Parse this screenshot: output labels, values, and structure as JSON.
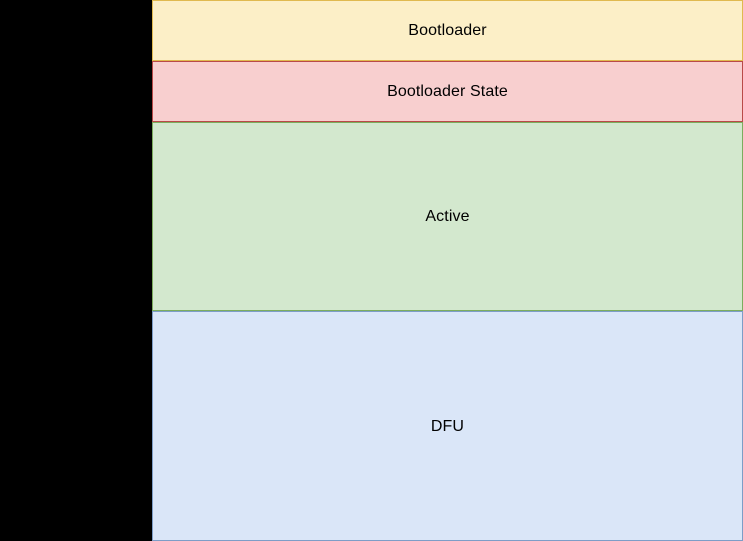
{
  "diagram": {
    "type": "stacked-memory-map",
    "background_color": "#000000",
    "regions": [
      {
        "id": "bootloader",
        "label": "Bootloader",
        "fill_color": "#FCEFC7",
        "border_color": "#E0B94F",
        "text_color": "#000000"
      },
      {
        "id": "bootloader-state",
        "label": "Bootloader State",
        "fill_color": "#F8CFCF",
        "border_color": "#B94A48",
        "text_color": "#000000"
      },
      {
        "id": "active",
        "label": "Active",
        "fill_color": "#D3E8CE",
        "border_color": "#7CAD5E",
        "text_color": "#000000"
      },
      {
        "id": "dfu",
        "label": "DFU",
        "fill_color": "#DAE6F8",
        "border_color": "#7D9DC7",
        "text_color": "#000000"
      }
    ]
  }
}
